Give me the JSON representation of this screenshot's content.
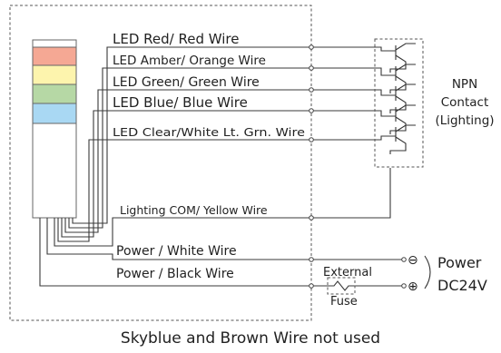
{
  "tower": {
    "segment_colors": [
      "#f5a894",
      "#fdf4ad",
      "#b6d8a5",
      "#a9d8f3",
      "#ffffff"
    ]
  },
  "wires": [
    {
      "label": "LED Red/ Red Wire"
    },
    {
      "label": "LED Amber/ Orange Wire"
    },
    {
      "label": "LED Green/ Green Wire"
    },
    {
      "label": "LED Blue/ Blue Wire"
    },
    {
      "label": "LED Clear/White Lt. Grn. Wire"
    },
    {
      "label": "Lighting COM/ Yellow Wire"
    },
    {
      "label": "Power / White Wire"
    },
    {
      "label": "Power / Black Wire"
    }
  ],
  "npn": {
    "line1": "NPN",
    "line2": "Contact",
    "line3": "(Lighting)"
  },
  "fuse": {
    "line1": "External",
    "line2": "Fuse"
  },
  "terminals": {
    "minus": "⊖",
    "plus": "⊕"
  },
  "power": {
    "line1": "Power",
    "line2": "DC24V"
  },
  "footnote": "Skyblue and Brown Wire not used"
}
